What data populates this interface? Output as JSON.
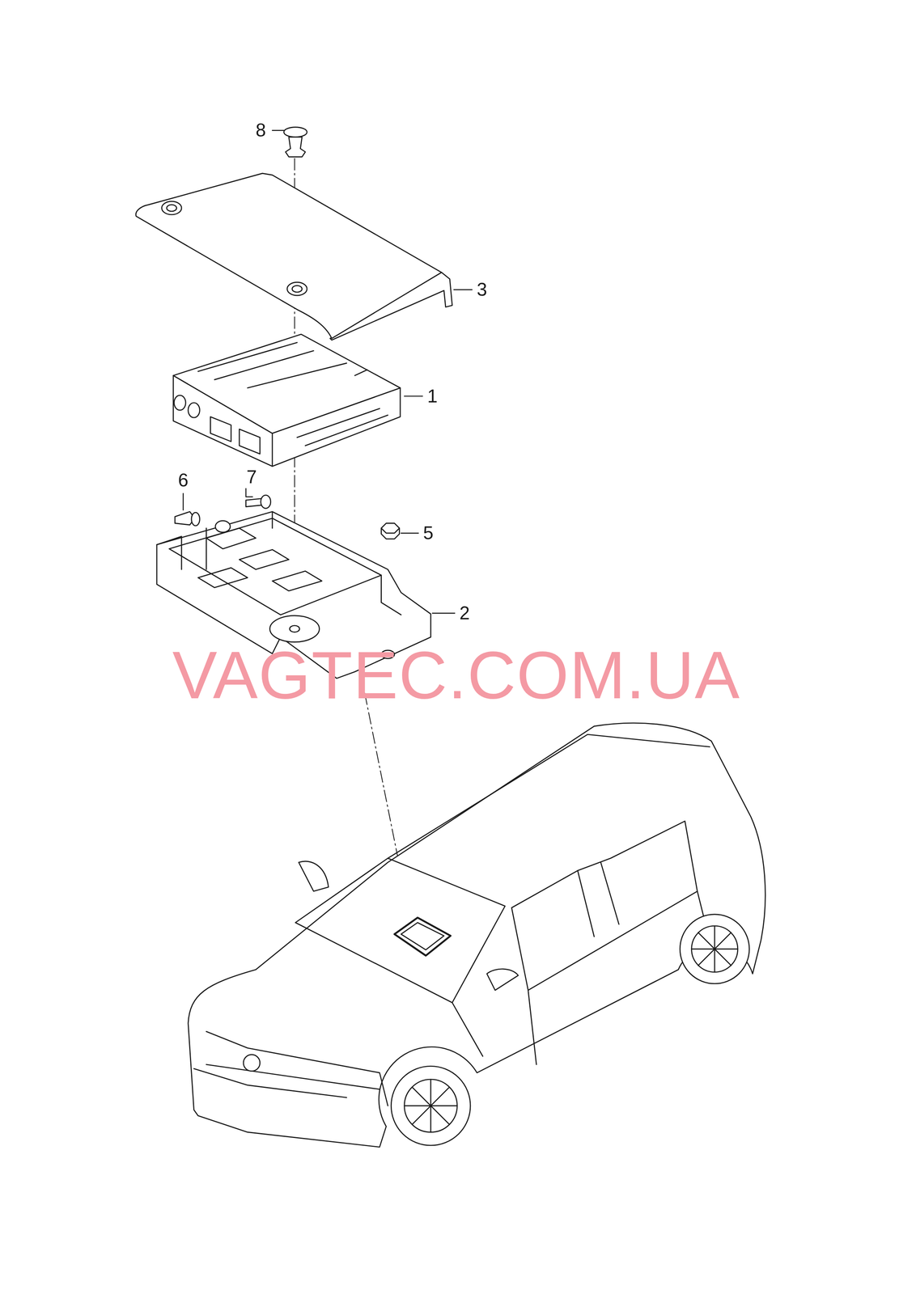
{
  "diagram": {
    "labels": [
      "8",
      "3",
      "1",
      "6",
      "7",
      "5",
      "2",
      "VAGTEC.COM.UA"
    ]
  }
}
